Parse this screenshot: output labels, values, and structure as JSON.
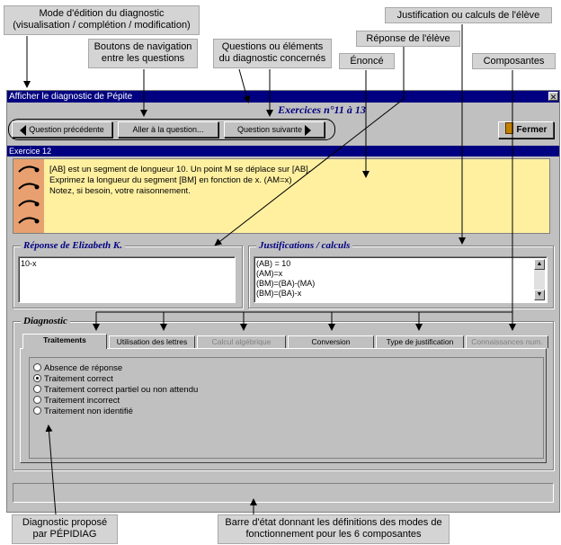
{
  "callouts": {
    "mode": "Mode d'édition du diagnostic\n(visualisation / complétion / modification)",
    "nav": "Boutons de navigation\nentre les questions",
    "questions": "Questions ou éléments\ndu diagnostic concernés",
    "justif": "Justification ou calculs de l'élève",
    "reponse": "Réponse de l'élève",
    "enonce": "Énoncé",
    "composantes": "Composantes",
    "diagnostic": "Diagnostic proposé\npar PÉPIDIAG",
    "barre": "Barre d'état donnant les définitions des modes de\nfonctionnement pour les 6 composantes"
  },
  "window": {
    "title": "Afficher le diagnostic de Pépite",
    "close_glyph": "✕",
    "exercise_range": "Exercices n°11 à 13",
    "prev_label": "Question précédente",
    "goto_label": "Aller à la question...",
    "next_label": "Question suivante",
    "close_label": "Fermer",
    "exercise_name": "Exercice 12"
  },
  "enonce": {
    "lines": [
      "[AB] est un segment de longueur 10. Un point M se déplace sur [AB].",
      "Exprimez la longueur du segment [BM] en fonction de x. (AM=x)",
      "Notez, si besoin, votre raisonnement."
    ]
  },
  "reponse": {
    "title": "Réponse de Elizabeth K.",
    "value": "10-x"
  },
  "justifications": {
    "title": "Justifications / calculs",
    "lines": [
      "(AB) = 10",
      "(AM)=x",
      "(BM)=(BA)-(MA)",
      "(BM)=(BA)-x"
    ]
  },
  "diagnostic": {
    "title": "Diagnostic",
    "tabs": [
      {
        "label": "Traitements",
        "state": "active"
      },
      {
        "label": "Utilisation des lettres",
        "state": "normal"
      },
      {
        "label": "Calcul algébrique",
        "state": "disabled"
      },
      {
        "label": "Conversion",
        "state": "normal"
      },
      {
        "label": "Type de justification",
        "state": "normal"
      },
      {
        "label": "Connaissances num.",
        "state": "disabled"
      }
    ],
    "options": [
      {
        "label": "Absence de réponse",
        "checked": false
      },
      {
        "label": "Traitement correct",
        "checked": true
      },
      {
        "label": "Traitement correct partiel ou non attendu",
        "checked": false
      },
      {
        "label": "Traitement incorrect",
        "checked": false
      },
      {
        "label": "Traitement non identifié",
        "checked": false
      }
    ]
  },
  "status": {
    "text": ""
  },
  "colors": {
    "titlebar": "#000080",
    "enonce_bg": "#fff0a0",
    "window_bg": "#c0c0c0",
    "callout_bg": "#d4d4d4"
  }
}
